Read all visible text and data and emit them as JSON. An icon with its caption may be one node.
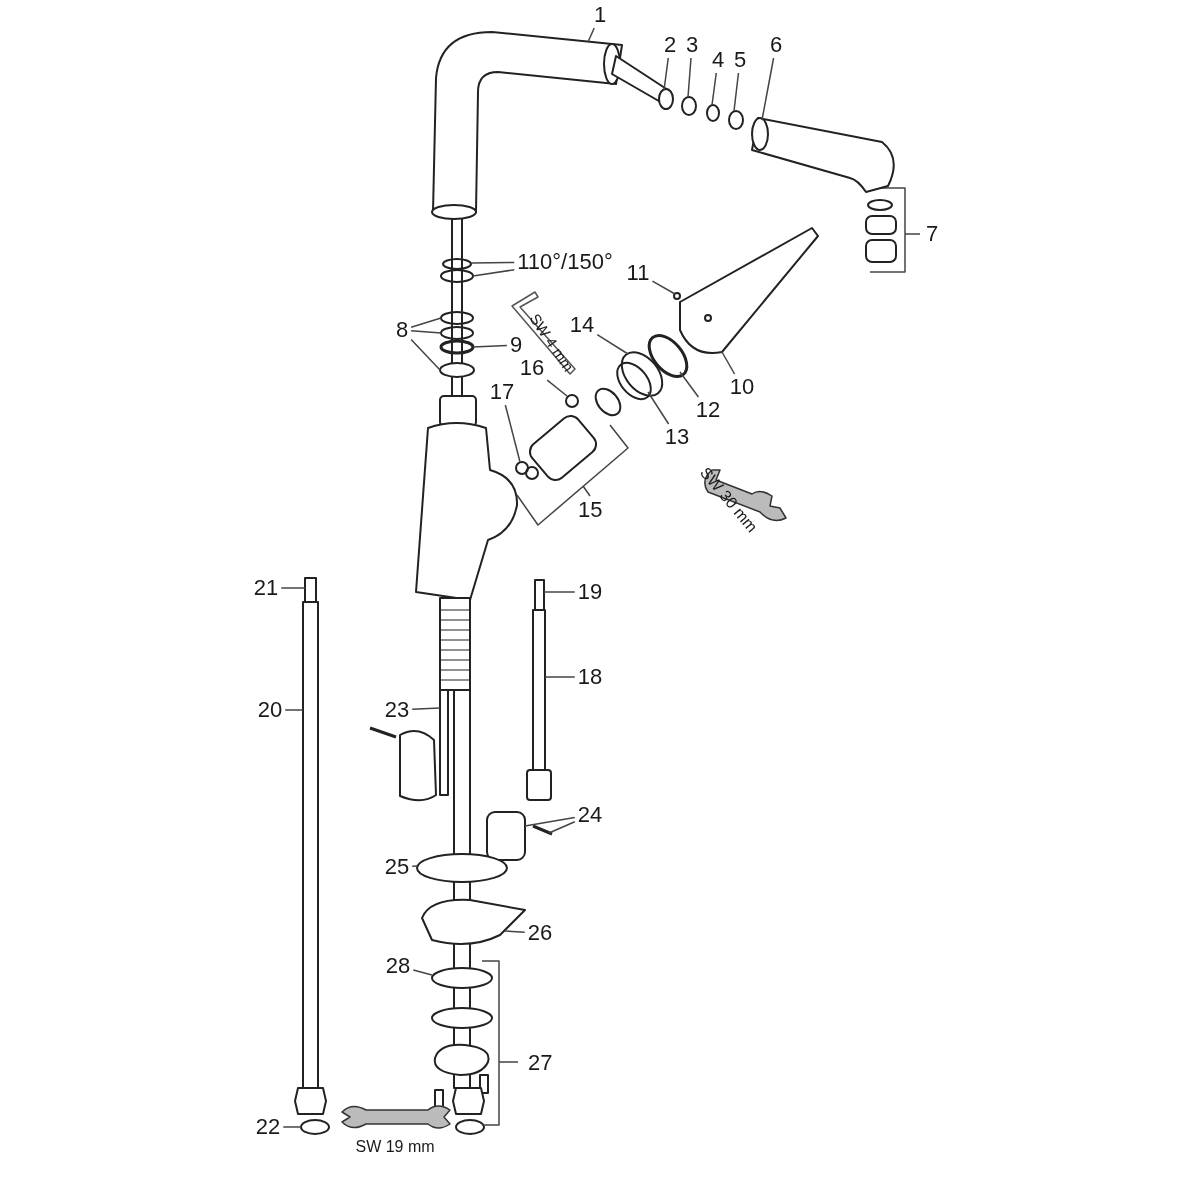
{
  "diagram": {
    "nodes": [
      {
        "text": [
          "1"
        ]
      },
      {
        "text": [
          "2"
        ]
      },
      {
        "text": [
          "3"
        ]
      },
      {
        "text": [
          "4"
        ]
      },
      {
        "text": [
          "5"
        ]
      },
      {
        "text": [
          "6"
        ]
      },
      {
        "text": [
          "8"
        ]
      },
      {
        "text": [
          "9"
        ]
      },
      {
        "text": [
          "10"
        ]
      },
      {
        "text": [
          "11"
        ]
      },
      {
        "text": [
          "12"
        ]
      },
      {
        "text": [
          "13"
        ]
      },
      {
        "text": [
          "14"
        ]
      },
      {
        "text": [
          "16"
        ]
      },
      {
        "text": [
          "17"
        ]
      },
      {
        "text": [
          "18"
        ]
      },
      {
        "text": [
          "19"
        ]
      },
      {
        "text": [
          "20"
        ]
      },
      {
        "text": [
          "21"
        ]
      },
      {
        "text": [
          "22"
        ]
      },
      {
        "text": [
          "23"
        ]
      },
      {
        "text": [
          "24"
        ]
      },
      {
        "text": [
          "25"
        ]
      },
      {
        "text": [
          "26"
        ]
      },
      {
        "text": [
          "28"
        ]
      },
      {
        "text": [
          "110°/150°"
        ]
      },
      {
        "text": [],
        "shape": "picture"
      },
      {
        "text": [],
        "shape": "picture"
      },
      {
        "text": [],
        "shape": "circle"
      },
      {
        "text": [],
        "shape": "circle"
      },
      {
        "text": [],
        "shape": "circle"
      },
      {
        "text": [],
        "shape": "picture"
      },
      {
        "text": [],
        "shape": "circle"
      },
      {
        "text": [],
        "shape": "circle"
      },
      {
        "text": [],
        "shape": "circle"
      },
      {
        "text": [],
        "shape": "circle"
      },
      {
        "text": [],
        "shape": "circle"
      },
      {
        "text": [],
        "shape": "circle"
      },
      {
        "text": [],
        "shape": "picture"
      },
      {
        "text": [],
        "shape": "circle"
      },
      {
        "text": [],
        "shape": "circle"
      },
      {
        "text": [],
        "shape": "circle"
      },
      {
        "text": [],
        "shape": "circle"
      },
      {
        "text": [],
        "shape": "circle"
      },
      {
        "text": [],
        "shape": "picture"
      },
      {
        "text": [],
        "shape": "picture"
      },
      {
        "text": [],
        "shape": "box"
      },
      {
        "text": [],
        "shape": "box"
      },
      {
        "text": [],
        "shape": "box"
      },
      {
        "text": [],
        "shape": "circle"
      },
      {
        "text": [],
        "shape": "box"
      },
      {
        "text": [],
        "shape": "box"
      },
      {
        "text": [],
        "shape": "picture"
      },
      {
        "text": [],
        "shape": "circle"
      },
      {
        "text": [],
        "shape": "picture"
      },
      {
        "text": [],
        "shape": "circle"
      }
    ],
    "edges": [
      {
        "from": 0,
        "to": 26,
        "arrow": "none"
      },
      {
        "from": 1,
        "to": 27,
        "arrow": "none"
      },
      {
        "from": 2,
        "to": 28,
        "arrow": "none"
      },
      {
        "from": 3,
        "to": 29,
        "arrow": "none"
      },
      {
        "from": 4,
        "to": 30,
        "arrow": "none"
      },
      {
        "from": 5,
        "to": 31,
        "arrow": "none"
      },
      {
        "from": 25,
        "to": 32,
        "arrow": "none"
      },
      {
        "from": 25,
        "to": 33,
        "arrow": "none"
      },
      {
        "from": 6,
        "to": 34,
        "arrow": "none"
      },
      {
        "from": 6,
        "to": 35,
        "arrow": "none"
      },
      {
        "from": 6,
        "to": 37,
        "arrow": "none"
      },
      {
        "from": 7,
        "to": 36,
        "arrow": "none"
      },
      {
        "from": 9,
        "to": 39,
        "arrow": "none"
      },
      {
        "from": 12,
        "to": 42,
        "arrow": "none"
      },
      {
        "from": 8,
        "to": 38,
        "arrow": "none"
      },
      {
        "from": 10,
        "to": 40,
        "arrow": "none"
      },
      {
        "from": 11,
        "to": 41,
        "arrow": "none"
      },
      {
        "from": 13,
        "to": 43,
        "arrow": "none"
      },
      {
        "from": 14,
        "to": 44,
        "arrow": "none"
      },
      {
        "from": 16,
        "to": 46,
        "arrow": "none"
      },
      {
        "from": 18,
        "to": 48,
        "arrow": "none"
      },
      {
        "from": 15,
        "to": 45,
        "arrow": "none"
      },
      {
        "from": 17,
        "to": 47,
        "arrow": "none"
      },
      {
        "from": 20,
        "to": 50,
        "arrow": "none"
      },
      {
        "from": 21,
        "to": 51,
        "arrow": "none"
      },
      {
        "from": 21,
        "to": 52,
        "arrow": "none"
      },
      {
        "from": 22,
        "to": 53,
        "arrow": "none"
      },
      {
        "from": 23,
        "to": 54,
        "arrow": "none"
      },
      {
        "from": 24,
        "to": 55,
        "arrow": "none"
      },
      {
        "from": 19,
        "to": 49,
        "arrow": "none"
      }
    ],
    "labels": [
      "7",
      "15",
      "27",
      "SW 4 mm",
      "SW 30 mm",
      "SW 19 mm"
    ]
  }
}
